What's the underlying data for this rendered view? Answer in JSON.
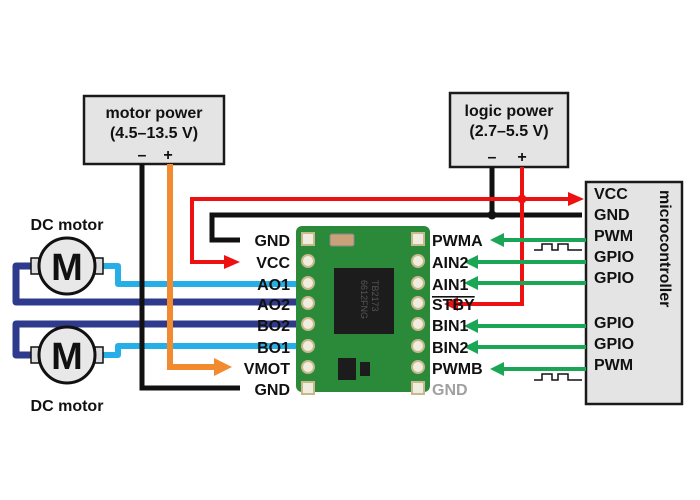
{
  "motor_power": {
    "title": "motor power",
    "range": "(4.5–13.5 V)",
    "minus": "–",
    "plus": "+"
  },
  "logic_power": {
    "title": "logic power",
    "range": "(2.7–5.5 V)",
    "minus": "–",
    "plus": "+"
  },
  "motors": [
    {
      "label": "DC motor",
      "symbol": "M"
    },
    {
      "label": "DC motor",
      "symbol": "M"
    }
  ],
  "board_left_pins": [
    "GND",
    "VCC",
    "AO1",
    "AO2",
    "BO2",
    "BO1",
    "VMOT",
    "GND"
  ],
  "board_right_pins": [
    "PWMA",
    "AIN2",
    "AIN1",
    "STBY",
    "BIN1",
    "BIN2",
    "PWMB",
    "GND"
  ],
  "chip_text": [
    "TB2173",
    "6612FNG"
  ],
  "microcontroller": {
    "title": "microcontroller",
    "pins": [
      "VCC",
      "GND",
      "PWM",
      "GPIO",
      "GPIO",
      "GPIO",
      "GPIO",
      "PWM"
    ]
  },
  "colors": {
    "motor_power": "#f28a30",
    "logic_power": "#ee1111",
    "ground": "#111111",
    "signal": "#1aa655",
    "motor_a": "#26aee6",
    "motor_b": "#2e3a8c",
    "board": "#2a8a3a",
    "gnd_label_disabled": "#a0a0a0"
  }
}
